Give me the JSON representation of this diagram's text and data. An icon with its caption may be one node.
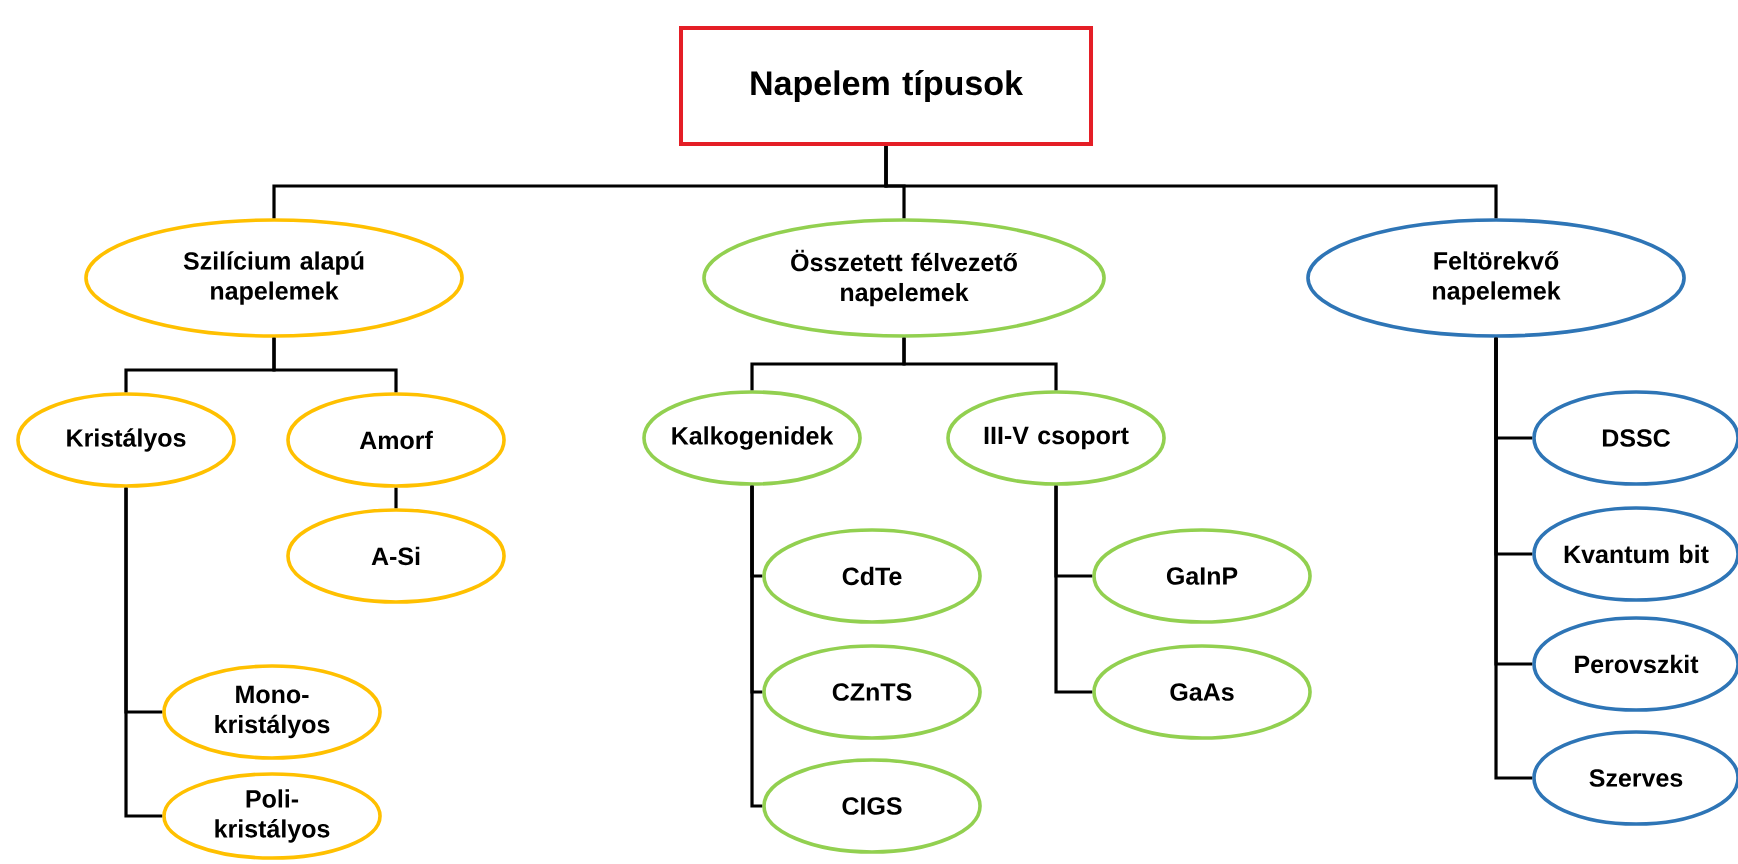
{
  "diagram": {
    "nodes": [
      {
        "text": [
          "Napelem típusok"
        ]
      },
      {
        "text": [
          "Szilícium alapú napelemek"
        ]
      },
      {
        "text": [
          "Kristályos"
        ]
      },
      {
        "text": [
          "Amorf"
        ]
      },
      {
        "text": [
          "A-Si"
        ]
      },
      {
        "text": [
          "Mono-kristályos"
        ]
      },
      {
        "text": [
          "Poli-kristályos"
        ]
      },
      {
        "text": [
          "Összetett félvezető napelemek"
        ]
      },
      {
        "text": [
          "Kalkogenidek"
        ]
      },
      {
        "text": [
          "III-V csoport"
        ]
      },
      {
        "text": [
          "CdTe"
        ]
      },
      {
        "text": [
          "CZnTS"
        ]
      },
      {
        "text": [
          "CIGS"
        ]
      },
      {
        "text": [
          "GaInP"
        ]
      },
      {
        "text": [
          "GaAs"
        ]
      },
      {
        "text": [
          "Feltörekvő napelemek"
        ]
      },
      {
        "text": [
          "DSSC"
        ]
      },
      {
        "text": [
          "Kvantum bit"
        ]
      },
      {
        "text": [
          "Perovszkit"
        ]
      },
      {
        "text": [
          "Szerves"
        ]
      }
    ],
    "edges": [
      {
        "from": 0,
        "to": 1,
        "arrow": "none"
      },
      {
        "from": 0,
        "to": 7,
        "arrow": "none"
      },
      {
        "from": 0,
        "to": 15,
        "arrow": "none"
      },
      {
        "from": 1,
        "to": 2,
        "arrow": "none"
      },
      {
        "from": 1,
        "to": 3,
        "arrow": "none"
      },
      {
        "from": 3,
        "to": 4,
        "arrow": "none"
      },
      {
        "from": 2,
        "to": 5,
        "arrow": "none"
      },
      {
        "from": 2,
        "to": 6,
        "arrow": "none"
      },
      {
        "from": 7,
        "to": 8,
        "arrow": "none"
      },
      {
        "from": 7,
        "to": 9,
        "arrow": "none"
      },
      {
        "from": 8,
        "to": 10,
        "arrow": "none"
      },
      {
        "from": 8,
        "to": 11,
        "arrow": "none"
      },
      {
        "from": 8,
        "to": 12,
        "arrow": "none"
      },
      {
        "from": 9,
        "to": 13,
        "arrow": "none"
      },
      {
        "from": 9,
        "to": 14,
        "arrow": "none"
      },
      {
        "from": 15,
        "to": 16,
        "arrow": "none"
      },
      {
        "from": 15,
        "to": 17,
        "arrow": "none"
      },
      {
        "from": 15,
        "to": 18,
        "arrow": "none"
      },
      {
        "from": 15,
        "to": 19,
        "arrow": "none"
      }
    ]
  }
}
